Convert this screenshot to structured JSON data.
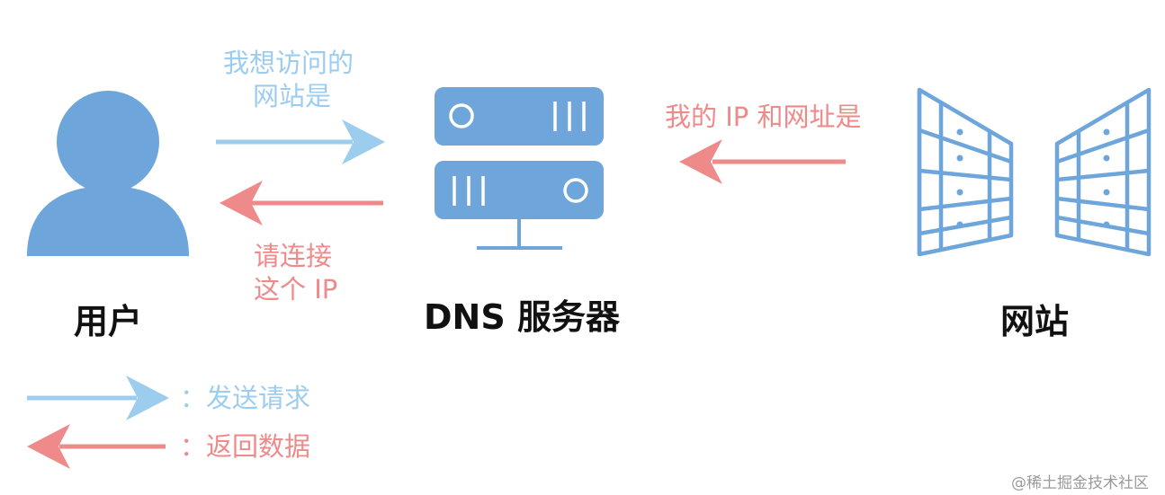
{
  "nodes": {
    "user": "用户",
    "dns": "DNS 服务器",
    "site": "网站"
  },
  "messages": {
    "query_line1": "我想访问的",
    "query_line2": "网站是",
    "reply_line1": "请连接",
    "reply_line2": "这个 IP",
    "site_info": "我的 IP 和网址是"
  },
  "legend": {
    "request": "：发送请求",
    "response": "：返回数据"
  },
  "watermark": "@稀土掘金技术社区",
  "colors": {
    "icon_blue": "#6ea6dc",
    "request_blue": "#9dcdee",
    "response_red": "#ee8a8a",
    "text": "#111111"
  }
}
